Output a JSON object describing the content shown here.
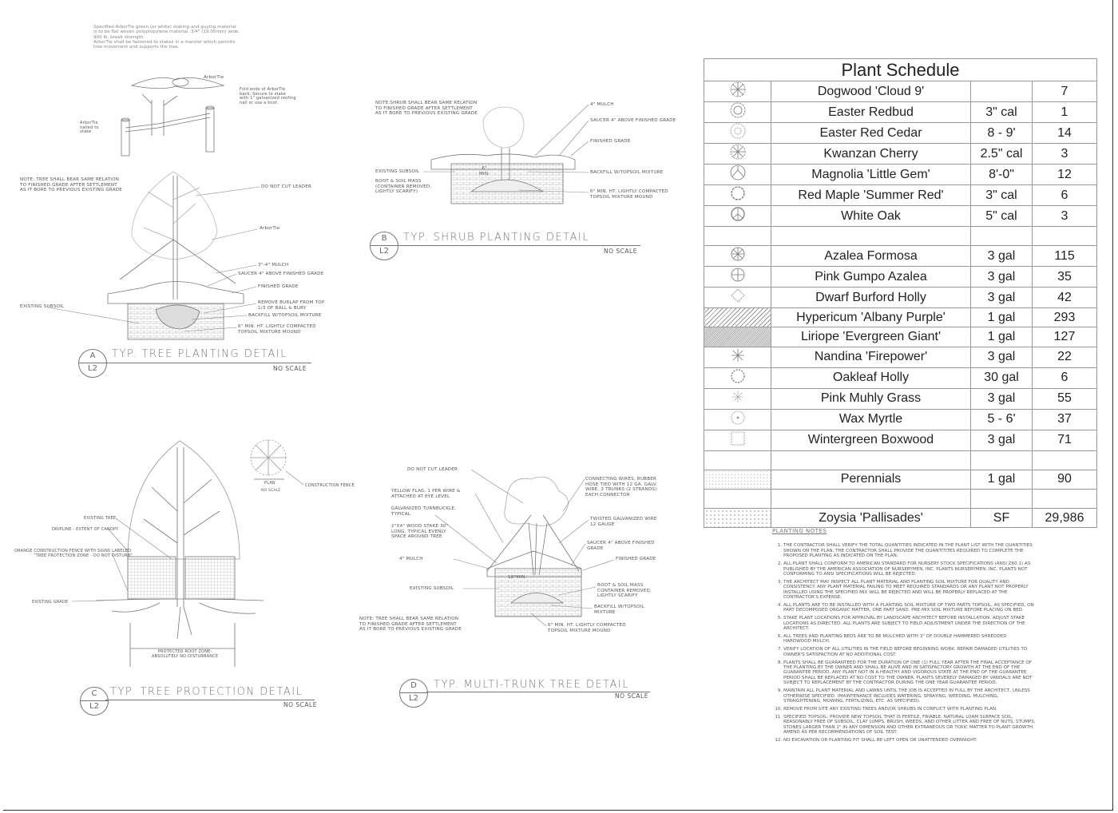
{
  "arbortie_note": "Specified ArborTie green (or white) staking and guying material\nis to be flat woven polypropylene material. 3/4\" (19.05mm) wide.\n900 lb. break strength.\nArborTie shall be fastened to stakes in a manner which permits\ntree movement and supports the tree.",
  "arbortie_detail": {
    "tie_label": "ArborTie",
    "fold_label": "Fold ends of ArborTie\nback. Secure to stake\nwith 1\" galvanized roofing\nnail or use a knot.",
    "nailed_label": "ArborTie\nnailed to\nstake"
  },
  "detail_a": {
    "letter": "A",
    "sheet": "L2",
    "title": "TYP. TREE PLANTING DETAIL",
    "scale": "NO SCALE",
    "note": "NOTE: TREE SHALL BEAR SAME RELATION\nTO FINISHED GRADE AFTER SETTLEMENT\nAS IT BORE TO PREVIOUS EXISTING GRADE",
    "labels": {
      "leader": "DO NOT CUT LEADER",
      "arbortie": "ArborTie",
      "mulch": "3\"-4\" MULCH",
      "saucer": "SAUCER 4\" ABOVE FINISHED GRADE",
      "grade": "FINISHED GRADE",
      "burlap": "REMOVE BURLAP FROM TOP\n1/3 OF BALL & BURY",
      "backfill": "BACKFILL W/TOPSOIL MIXTURE",
      "mound": "6\" MIN. HT. LIGHTLY COMPACTED\nTOPSOIL MIXTURE MOUND",
      "subsoil": "EXISTING SUBSOIL"
    }
  },
  "detail_b": {
    "letter": "B",
    "sheet": "L2",
    "title": "TYP. SHRUB PLANTING DETAIL",
    "scale": "NO SCALE",
    "note": "NOTE:SHRUB SHALL BEAR SAME RELATION\nTO FINISHED GRADE AFTER SETTLEMENT\nAS IT BORE TO PREVIOUS EXISTING GRADE",
    "labels": {
      "mulch": "4\" MULCH",
      "saucer": "SAUCER 4\" ABOVE FINISHED GRADE",
      "grade": "FINISHED GRADE",
      "subsoil": "EXISTING SUBSOIL",
      "min": "6\"\nMIN.",
      "backfill": "BACKFILL W/TOPSOIL MIXTURE",
      "rootmass": "ROOT & SOIL MASS\n(CONTAINER REMOVED,\nLIGHTLY SCARIFY)",
      "mound": "6\" MIN. HT. LIGHTLY COMPACTED\nTOPSOIL MIXTURE MOUND"
    }
  },
  "detail_c": {
    "letter": "C",
    "sheet": "L2",
    "title": "TYP. TREE PROTECTION DETAIL",
    "scale": "NO SCALE",
    "labels": {
      "tree": "EXISTING TREE",
      "dripline": "DRIPLINE - EXTENT OF CANOPY",
      "fence": "ORANGE CONSTRUCTION FENCE WITH SIGNS LABELED:\n\"TREE PROTECTION ZONE - DO NOT DISTURB\"",
      "grade": "EXISTING GRADE",
      "rootzone": "PROTECTED ROOT ZONE-\nABSOLUTELY NO DISTURBANCE",
      "plan": "PLAN",
      "plan_scale": "NO SCALE",
      "constr_fence": "CONSTRUCTION FENCE"
    }
  },
  "detail_d": {
    "letter": "D",
    "sheet": "L2",
    "title": "TYP. MULTI-TRUNK TREE DETAIL",
    "scale": "NO SCALE",
    "note": "NOTE: TREE SHALL BEAR SAME RELATION\nTO FINISHED GRADE AFTER SETTLEMENT\nAS IT BORE TO PREVIOUS EXISTING GRADE",
    "labels": {
      "leader": "DO NOT CUT LEADER",
      "flag": "YELLOW FLAG, 1 PER WIRE &\nATTACHED AT EYE LEVEL",
      "turnbuckle": "GALVANIZED TURNBUCKLE,\nTYPICAL",
      "stake": "2\"X4\" WOOD STAKE 30\"\nLONG, TYPICAL EVENLY\nSPACE AROUND TREE",
      "mulch": "4\" MULCH",
      "subsoil": "EXISTING SUBSOIL",
      "wires": "CONNECTING WIRES, RUBBER\nHOSE TIED WITH 12 GA. GALV.\nWIRE, 3 TRUNKS (2 STRANDS)\nEACH CONNECTOR",
      "twisted": "TWISTED GALVANIZED WIRE\n12 GAUGE",
      "saucer": "SAUCER 4\" ABOVE FINISHED\nGRADE",
      "grade": "FINISHED GRADE",
      "rootmass": "ROOT & SOIL MASS\nCONTAINER REMOVED,\nLIGHTLY SCARIFY",
      "backfill": "BACKFILL W/TOPSOIL\nMIXTURE",
      "mound": "6\" MIN. HT. LIGHTLY COMPACTED\nTOPSOIL MIXTURE MOUND",
      "min": "18\"MIN."
    }
  },
  "schedule": {
    "title": "Plant Schedule",
    "rows": [
      {
        "symbol": "dogwood-symbol",
        "name": "Dogwood 'Cloud 9'",
        "size": "",
        "qty": "7"
      },
      {
        "symbol": "redbud-symbol",
        "name": "Easter Redbud",
        "size": "3\" cal",
        "qty": "1"
      },
      {
        "symbol": "cedar-symbol",
        "name": "Easter Red Cedar",
        "size": "8 - 9'",
        "qty": "14"
      },
      {
        "symbol": "cherry-symbol",
        "name": "Kwanzan Cherry",
        "size": "2.5\" cal",
        "qty": "3"
      },
      {
        "symbol": "magnolia-symbol",
        "name": "Magnolia 'Little Gem'",
        "size": "8'-0\"",
        "qty": "12"
      },
      {
        "symbol": "maple-symbol",
        "name": "Red Maple 'Summer Red'",
        "size": "3\" cal",
        "qty": "6"
      },
      {
        "symbol": "oak-symbol",
        "name": "White Oak",
        "size": "5\" cal",
        "qty": "3"
      },
      {
        "symbol": "",
        "name": "",
        "size": "",
        "qty": ""
      },
      {
        "symbol": "azalea-symbol",
        "name": "Azalea Formosa",
        "size": "3 gal",
        "qty": "115"
      },
      {
        "symbol": "gumpo-symbol",
        "name": "Pink Gumpo Azalea",
        "size": "3 gal",
        "qty": "35"
      },
      {
        "symbol": "holly-symbol",
        "name": "Dwarf Burford Holly",
        "size": "3 gal",
        "qty": "42"
      },
      {
        "symbol": "hatch-light",
        "name": "Hypericum 'Albany Purple'",
        "size": "1 gal",
        "qty": "293"
      },
      {
        "symbol": "hatch-dense",
        "name": "Liriope 'Evergreen Giant'",
        "size": "1 gal",
        "qty": "127"
      },
      {
        "symbol": "nandina-symbol",
        "name": "Nandina 'Firepower'",
        "size": "3 gal",
        "qty": "22"
      },
      {
        "symbol": "oakleaf-symbol",
        "name": "Oakleaf Holly",
        "size": "30 gal",
        "qty": "6"
      },
      {
        "symbol": "muhly-symbol",
        "name": "Pink Muhly Grass",
        "size": "3 gal",
        "qty": "55"
      },
      {
        "symbol": "myrtle-symbol",
        "name": "Wax Myrtle",
        "size": "5 - 6'",
        "qty": "37"
      },
      {
        "symbol": "boxwood-symbol",
        "name": "Wintergreen Boxwood",
        "size": "3 gal",
        "qty": "71"
      },
      {
        "symbol": "",
        "name": "",
        "size": "",
        "qty": ""
      },
      {
        "symbol": "dots-light",
        "name": "Perennials",
        "size": "1 gal",
        "qty": "90"
      },
      {
        "symbol": "",
        "name": "",
        "size": "",
        "qty": ""
      },
      {
        "symbol": "dots-grass",
        "name": "Zoysia 'Pallisades'",
        "size": "SF",
        "qty": "29,986"
      }
    ]
  },
  "planting_notes": {
    "title": "PLANTING NOTES",
    "items": [
      "THE CONTRACTOR SHALL VERIFY THE TOTAL QUANTITIES INDICATED IN THE PLANT LIST WITH THE QUANTITIES SHOWN ON THE PLAN. THE CONTRACTOR SHALL PROVIDE THE QUANTITITES REQUIRED TO COMPLETE THE PROPOSED PLANTING AS INDICATED ON THE PLAN.",
      "ALL PLANT SHALL CONFORM TO AMERICAN STANDARD FOR NURSERY STOCK SPECIFICATIONS (ANSI Z60.1) AS PUBLISHED BY THE AMERICAN ASSOCIATION OF NURSERYMEN, INC. PLANTS NURSERYMEN, INC. PLANTS NOT CONFORMING TO ANSI SPECIFICATIONS WILL BE REJECTED.",
      "THE ARCHITECT MAY INSPECT ALL PLANT MATERIAL AND PLANTING SOIL MIXTURE FOR QUALITY AND CONSISTENCY. ANY PLANT MATERIAL FAILING TO MEET REQUIRED STANDARDS OR ANY PLANT NOT PROPERLY INSTALLED USING THE SPECIFIED MIX WILL BE REJECTED AND WILL BE PROPERLY REPLACED AT THE CONTRACTOR'S EXPENSE.",
      "ALL PLANTS ARE TO BE INSTALLED WITH A PLANTING SOIL MIXTURE OF TWO PARTS TOPSOIL, AS SPECIFIED, ON PART DECOMPOSED ORGANIC MATTER, ONE PART SAND. PRE-MIX SOIL MIXTURE BEFORE PLACING ON BED.",
      "STAKE PLANT LOCATIONS FOR APPROVAL BY LANDSCAPE ARCHITECT BEFORE INSTALLATION. ADJUST STAKE LOCATIONS AS DIRECTED. ALL PLANTS ARE SUBJECT TO FIELD ADJUSTMENT UNDER THE DIRECTION OF THE ARCHITECT.",
      "ALL TREES AND PLANTING BEDS ARE TO BE MULCHED WITH 3\" OF DOUBLE HAMMERED SHREDDED HARDWOOD MULCH.",
      "VERIFY LOCATION OF ALL UTILITIES IN THE FIELD BEFORE BEGINNING WORK. REPAIR DAMAGED UTILITIES TO OWNER'S SATISFACTION AT NO ADDITIONAL COST.",
      "PLANTS SHALL BE GUARANTEED FOR THE DURATION OF ONE (1) FULL YEAR AFTER THE FINAL ACCEPTANCE OF THE PLANTING BY THE OWNER AND SHALL BE ALIVE AND IN SATISFACTORY GROWTH AT THE END OF THE GUARANTEE PERIOD. ANY PLANT NOT IN A HEALTHY AND VIGOROUS STATE AT THE END OF THE GUARANTEE PERIOD SHALL BE REPLACED AT NO COST TO THE OWNER. PLANTS SEVERELY DAMAGED BY VANDALS ARE NOT SUBJECT TO REPLACEMENT BY THE CONTRACTOR DURING THE ONE YEAR GUARANTEE PERIOD.",
      "MAINTAIN ALL PLANT MATERIAL AND LAWNS UNTIL THE JOB IS ACCEPTED IN FULL BY THE ARCHITECT, UNLESS OTHERWISE SPECIFIED. (MAINTENANCE INCLUDES WATERING, SPRAYING, WEEDING, MULCHING, STRAIGHTENING, MOWING, FERTILIZING, ETC. AS SPECIFIED).",
      "REMOVE FROM SITE ANY EXISTING TREES AND/OR SHRUBS IN CONFLICT WITH PLANTING PLAN.",
      "SPECIFIED TOPSOIL: PROVIDE NEW TOPSOIL THAT IS FERTILE, FRIABLE, NATURAL LOAM SURFACE SOIL, REASONABLY FREE OF SUBSOIL, CLAY LUMPS, BRUSH, WEEDS, AND OTHER LITTER AND FREE OF NUTS, STUMPS, STONES LARGER THAN 2\" IN ANY DIMENSION AND OTHER EXTRANEOUS OR TOXIC MATTER TO PLANT GROWTH. AMEND AS PER RECOMMENDATIONS OF SOIL TEST.",
      "NO EXCAVATION OR PLANTING PIT SHALL BE LEFT OPEN OR UNATTENDED OVERNIGHT."
    ]
  }
}
